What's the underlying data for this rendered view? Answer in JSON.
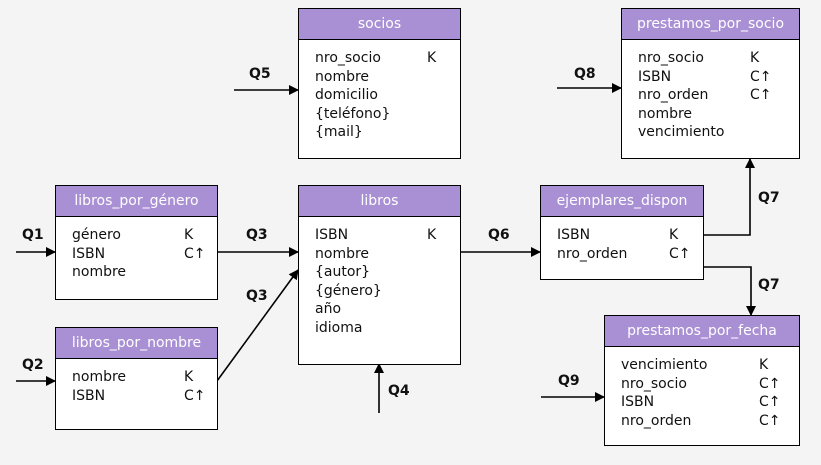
{
  "tables": {
    "socios": {
      "title": "socios",
      "fields": [
        {
          "name": "nro_socio",
          "key": "K"
        },
        {
          "name": "nombre",
          "key": ""
        },
        {
          "name": "domicilio",
          "key": ""
        },
        {
          "name": "{teléfono}",
          "key": ""
        },
        {
          "name": "{mail}",
          "key": ""
        }
      ]
    },
    "prestamos_por_socio": {
      "title": "prestamos_por_socio",
      "fields": [
        {
          "name": "nro_socio",
          "key": "K"
        },
        {
          "name": "ISBN",
          "key": "C↑"
        },
        {
          "name": "nro_orden",
          "key": "C↑"
        },
        {
          "name": "nombre",
          "key": ""
        },
        {
          "name": "vencimiento",
          "key": ""
        }
      ]
    },
    "libros_por_genero": {
      "title": "libros_por_género",
      "fields": [
        {
          "name": "género",
          "key": "K"
        },
        {
          "name": "ISBN",
          "key": "C↑"
        },
        {
          "name": "nombre",
          "key": ""
        }
      ]
    },
    "libros": {
      "title": "libros",
      "fields": [
        {
          "name": "ISBN",
          "key": "K"
        },
        {
          "name": "nombre",
          "key": ""
        },
        {
          "name": "{autor}",
          "key": ""
        },
        {
          "name": "{género}",
          "key": ""
        },
        {
          "name": "año",
          "key": ""
        },
        {
          "name": "idioma",
          "key": ""
        }
      ]
    },
    "ejemplares_dispon": {
      "title": "ejemplares_dispon",
      "fields": [
        {
          "name": "ISBN",
          "key": "K"
        },
        {
          "name": "nro_orden",
          "key": "C↑"
        }
      ]
    },
    "libros_por_nombre": {
      "title": "libros_por_nombre",
      "fields": [
        {
          "name": "nombre",
          "key": "K"
        },
        {
          "name": "ISBN",
          "key": "C↑"
        }
      ]
    },
    "prestamos_por_fecha": {
      "title": "prestamos_por_fecha",
      "fields": [
        {
          "name": "vencimiento",
          "key": "K"
        },
        {
          "name": "nro_socio",
          "key": "C↑"
        },
        {
          "name": "ISBN",
          "key": "C↑"
        },
        {
          "name": "nro_orden",
          "key": "C↑"
        }
      ]
    }
  },
  "queries": {
    "q1": "Q1",
    "q2": "Q2",
    "q3a": "Q3",
    "q3b": "Q3",
    "q4": "Q4",
    "q5": "Q5",
    "q6": "Q6",
    "q7a": "Q7",
    "q7b": "Q7",
    "q8": "Q8",
    "q9": "Q9"
  },
  "colors": {
    "header": "#a98fd3",
    "header_text": "#ffffff",
    "background": "#f4f4f4",
    "line": "#000000"
  }
}
